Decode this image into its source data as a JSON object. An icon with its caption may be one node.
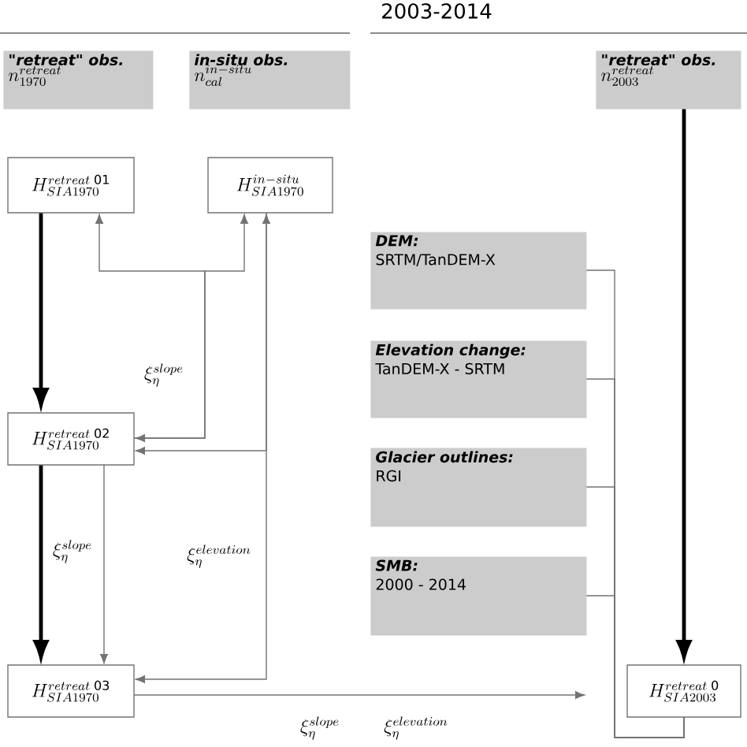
{
  "diagram": {
    "nodes": [
      {
        "text": [
          "\"retreat\" obs.",
          "n^{retreat}_{1970}"
        ]
      },
      {
        "text": [
          "in-situ obs.",
          "n^{in-situ}_{cal}"
        ]
      },
      {
        "text": [
          "\"retreat\" obs.",
          "n^{retreat}_{2003}"
        ]
      },
      {
        "text": [
          "H^{retreat\\;\\mathrm{01}}_{SIA1970}"
        ]
      },
      {
        "text": [
          "H^{in-situ}_{SIA1970}"
        ]
      },
      {
        "text": [
          "DEM:",
          "SRTM/TanDEM-X"
        ]
      },
      {
        "text": [
          "Elevation change:",
          "TanDEM-X - SRTM"
        ]
      },
      {
        "text": [
          "Glacier outlines:",
          "RGI"
        ]
      },
      {
        "text": [
          "SMB:",
          "2000 - 2014"
        ]
      },
      {
        "text": [
          "H^{retreat\\;\\mathrm{02}}_{SIA1970}"
        ]
      },
      {
        "text": [
          "H^{retreat\\;\\mathrm{03}}_{SIA1970}"
        ]
      },
      {
        "text": [
          "H^{retreat\\;\\mathrm{0}}_{SIA2003}"
        ]
      }
    ],
    "edges": [
      {
        "from": 3,
        "to": 9,
        "arrow": "to",
        "style": "thick",
        "color": "#000000"
      },
      {
        "from": 9,
        "to": 10,
        "arrow": "to",
        "style": "thick",
        "color": "#000000",
        "label": "\\xi_{\\eta}^{slope}"
      },
      {
        "from": 9,
        "to": 10,
        "arrow": "to"
      },
      {
        "from": 9,
        "to": 3,
        "arrow": "both",
        "label": "\\xi_{\\eta}^{slope}"
      },
      {
        "from": 9,
        "to": 4,
        "arrow": "to"
      },
      {
        "from": 9,
        "to": 4,
        "arrow": "both"
      },
      {
        "from": 4,
        "to": 10,
        "arrow": "to",
        "label": "\\xi_{\\eta}^{elevation}"
      },
      {
        "from": 10,
        "to": null,
        "arrow": "to",
        "label": "\\xi_{\\eta}^{slope}"
      },
      {
        "from": 2,
        "to": 11,
        "arrow": "to",
        "style": "thick",
        "color": "#000000"
      },
      {
        "from": 5,
        "to": 11,
        "arrow": "none"
      },
      {
        "from": 6,
        "to": 11,
        "arrow": "none"
      },
      {
        "from": 7,
        "to": 11,
        "arrow": "none"
      },
      {
        "from": 8,
        "to": 11,
        "arrow": "none"
      }
    ],
    "labels": [
      "2003-2014",
      "\\xi_{\\eta}^{elevation}"
    ]
  }
}
